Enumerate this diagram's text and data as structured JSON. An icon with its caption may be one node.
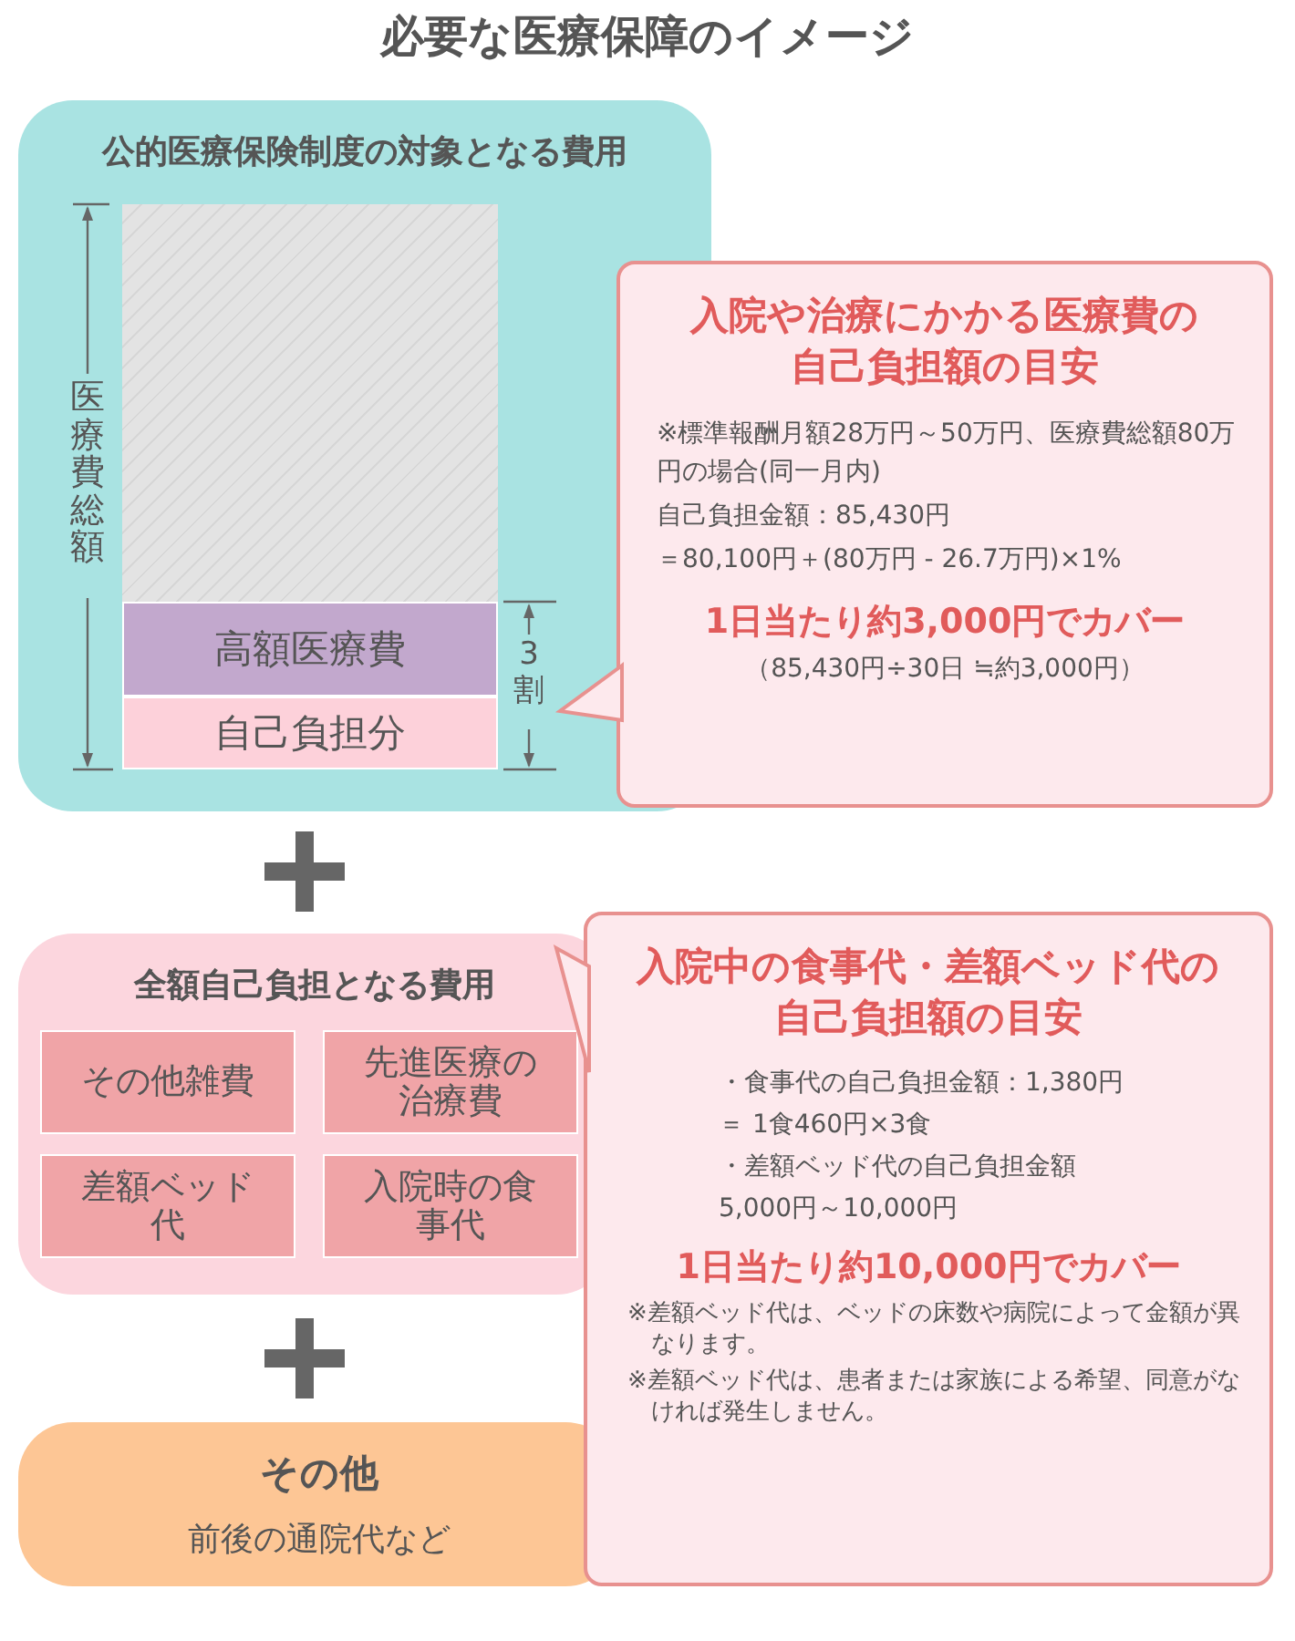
{
  "diagram": {
    "title": "必要な医療保障のイメージ",
    "nodes": [
      {
        "text": [
          "公的医療保険制度の対象となる費用"
        ]
      },
      {
        "text": [],
        "shape": "box",
        "in": 0
      },
      {
        "text": [
          "高額医療費"
        ],
        "in": 0
      },
      {
        "text": [
          "自己負担分"
        ],
        "in": 0
      },
      {
        "text": [
          "入院や治療にかかる医療費の自己負担額の目安",
          "※標準報酬月額28万円～50万円、医療費総額80万円の場合(同一月内)",
          "自己負担金額：85,430円",
          "＝80,100円＋(80万円 - 26.7万円)×1%",
          "1日当たり**約3,000円**でカバー",
          "（85,430円÷30日 ≒約3,000円）"
        ]
      },
      {
        "text": [
          "全額自己負担となる費用"
        ]
      },
      {
        "text": [
          "その他雑費"
        ],
        "in": 5
      },
      {
        "text": [
          "先進医療の治療費"
        ],
        "in": 5
      },
      {
        "text": [
          "差額ベッド代"
        ],
        "in": 5
      },
      {
        "text": [
          "入院時の食事代"
        ],
        "in": 5
      },
      {
        "text": [
          "入院中の食事代・差額ベッド代の自己負担額の目安",
          "・食事代の自己負担金額：1,380円",
          "＝ 1食460円×3食",
          "・差額ベッド代の自己負担金額",
          "5,000円～10,000円",
          "1日当たり**約10,000円**でカバー",
          "※差額ベッド代は、ベッドの床数や病院によって金額が異なります。",
          "※差額ベッド代は、患者または家族による希望、同意がなければ発生しません。"
        ]
      },
      {
        "text": [
          "その他",
          "前後の通院代など"
        ]
      }
    ],
    "labels": [
      "医療費総額",
      "3割"
    ]
  }
}
